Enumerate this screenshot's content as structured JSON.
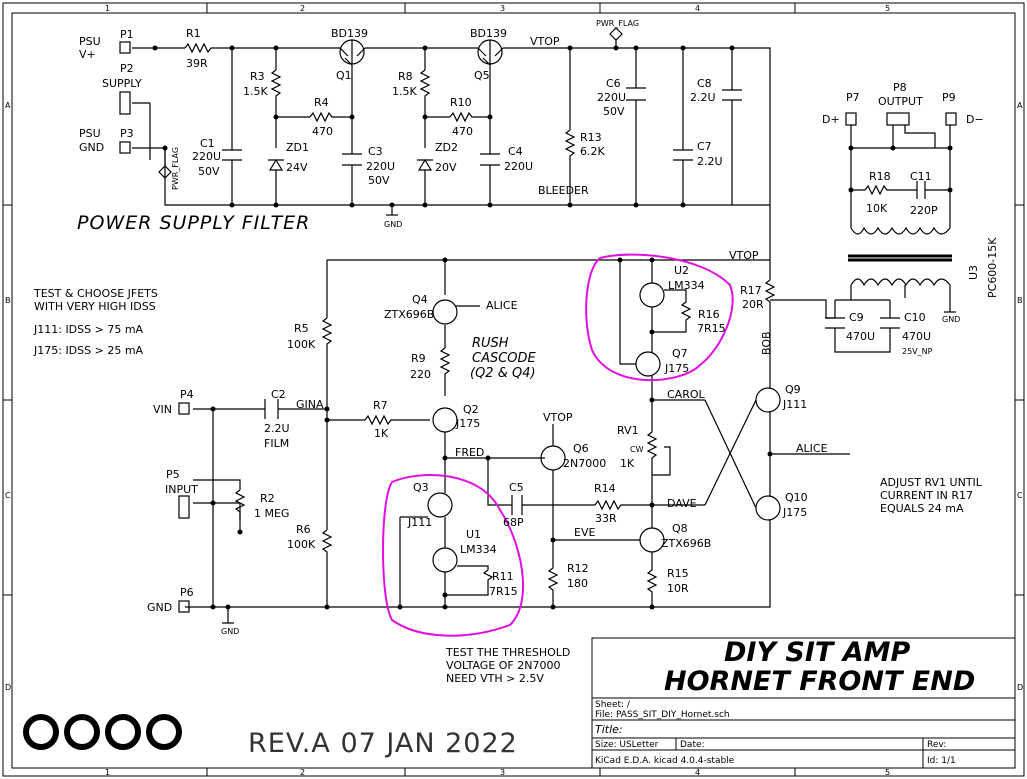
{
  "sheet": {
    "grid_cols": [
      "1",
      "2",
      "3",
      "4",
      "5"
    ],
    "grid_rows": [
      "A",
      "B",
      "C",
      "D"
    ],
    "sections": {
      "power_supply": "POWER SUPPLY FILTER",
      "rush_cascode": [
        "RUSH",
        "CASCODE",
        "(Q2 & Q4)"
      ]
    },
    "notes": {
      "jfet": [
        "TEST & CHOOSE JFETS",
        "WITH VERY HIGH IDSS",
        "J111:  IDSS > 75 mA",
        "J175:  IDSS > 25 mA"
      ],
      "threshold": [
        "TEST THE THRESHOLD",
        "VOLTAGE OF 2N7000",
        "NEED VTH > 2.5V"
      ],
      "adjust": [
        "ADJUST RV1 UNTIL",
        "CURRENT IN R17",
        "EQUALS 24 mA"
      ]
    },
    "revision": "REV.A  07 JAN 2022"
  },
  "title_block": {
    "title_line1": "DIY SIT AMP",
    "title_line2": "HORNET FRONT END",
    "sheet": "Sheet: /",
    "file": "File: PASS_SIT_DIY_Hornet.sch",
    "title_label": "Title:",
    "size": "Size: USLetter",
    "date": "Date:",
    "rev": "Rev:",
    "kicad": "KiCad E.D.A.  kicad 4.0.4-stable",
    "id": "Id: 1/1"
  },
  "components": {
    "P1": {
      "ref": "P1",
      "label1": "PSU",
      "label2": "V+"
    },
    "P2": {
      "ref": "P2",
      "label1": "SUPPLY"
    },
    "P3": {
      "ref": "P3",
      "label1": "PSU",
      "label2": "GND"
    },
    "R1": {
      "ref": "R1",
      "value": "39R"
    },
    "R3": {
      "ref": "R3",
      "value": "1.5K"
    },
    "R4": {
      "ref": "R4",
      "value": "470"
    },
    "Q1": {
      "ref": "Q1",
      "value": "BD139"
    },
    "C1": {
      "ref": "C1",
      "value": "220U",
      "v2": "50V"
    },
    "ZD1": {
      "ref": "ZD1",
      "value": "24V"
    },
    "C3": {
      "ref": "C3",
      "value": "220U",
      "v2": "50V"
    },
    "R8": {
      "ref": "R8",
      "value": "1.5K"
    },
    "R10": {
      "ref": "R10",
      "value": "470"
    },
    "Q5": {
      "ref": "Q5",
      "value": "BD139"
    },
    "ZD2": {
      "ref": "ZD2",
      "value": "20V"
    },
    "C4": {
      "ref": "C4",
      "value": "220U"
    },
    "R13": {
      "ref": "R13",
      "value": "6.2K",
      "extra": "BLEEDER"
    },
    "C6": {
      "ref": "C6",
      "value": "220U",
      "v2": "50V"
    },
    "C7": {
      "ref": "C7",
      "value": "2.2U"
    },
    "C8": {
      "ref": "C8",
      "value": "2.2U"
    },
    "P7": {
      "ref": "P7",
      "label1": "D+"
    },
    "P8": {
      "ref": "P8",
      "label1": "OUTPUT"
    },
    "P9": {
      "ref": "P9",
      "label1": "D−"
    },
    "R18": {
      "ref": "R18",
      "value": "10K"
    },
    "C11": {
      "ref": "C11",
      "value": "220P"
    },
    "U3": {
      "ref": "U3",
      "value": "PC600-15K"
    },
    "C9": {
      "ref": "C9",
      "value": "470U"
    },
    "C10": {
      "ref": "C10",
      "value": "470U",
      "v2": "25V_NP"
    },
    "U2": {
      "ref": "U2",
      "value": "LM334"
    },
    "R16": {
      "ref": "R16",
      "value": "7R15"
    },
    "Q7": {
      "ref": "Q7",
      "value": "J175"
    },
    "R17": {
      "ref": "R17",
      "value": "20R"
    },
    "Q4": {
      "ref": "Q4",
      "value": "ZTX696B"
    },
    "R5": {
      "ref": "R5",
      "value": "100K"
    },
    "R9": {
      "ref": "R9",
      "value": "220"
    },
    "P4": {
      "ref": "P4",
      "label1": "VIN"
    },
    "C2": {
      "ref": "C2",
      "value": "2.2U",
      "v2": "FILM"
    },
    "R7": {
      "ref": "R7",
      "value": "1K"
    },
    "Q2": {
      "ref": "Q2",
      "value": "J175"
    },
    "Q6": {
      "ref": "Q6",
      "value": "2N7000"
    },
    "RV1": {
      "ref": "RV1",
      "value": "1K",
      "extra": "CW"
    },
    "Q9": {
      "ref": "Q9",
      "value": "J111"
    },
    "P5": {
      "ref": "P5",
      "label1": "INPUT"
    },
    "R2": {
      "ref": "R2",
      "value": "1 MEG"
    },
    "Q3": {
      "ref": "Q3",
      "value": "J111"
    },
    "C5": {
      "ref": "C5",
      "value": "68P"
    },
    "R14": {
      "ref": "R14",
      "value": "33R"
    },
    "Q10": {
      "ref": "Q10",
      "value": "J175"
    },
    "R6": {
      "ref": "R6",
      "value": "100K"
    },
    "U1": {
      "ref": "U1",
      "value": "LM334"
    },
    "R11": {
      "ref": "R11",
      "value": "7R15"
    },
    "Q8": {
      "ref": "Q8",
      "value": "ZTX696B"
    },
    "R12": {
      "ref": "R12",
      "value": "180"
    },
    "R15": {
      "ref": "R15",
      "value": "10R"
    },
    "P6": {
      "ref": "P6",
      "label1": "GND"
    }
  },
  "nets": {
    "vtop": "VTOP",
    "pwr_flag": "PWR_FLAG",
    "gnd": "GND",
    "alice": "ALICE",
    "gina": "GINA",
    "fred": "FRED",
    "carol": "CAROL",
    "dave": "DAVE",
    "eve": "EVE",
    "bob": "BOB"
  },
  "colors": {
    "wire": "#000000",
    "highlight": "#e010e0"
  }
}
